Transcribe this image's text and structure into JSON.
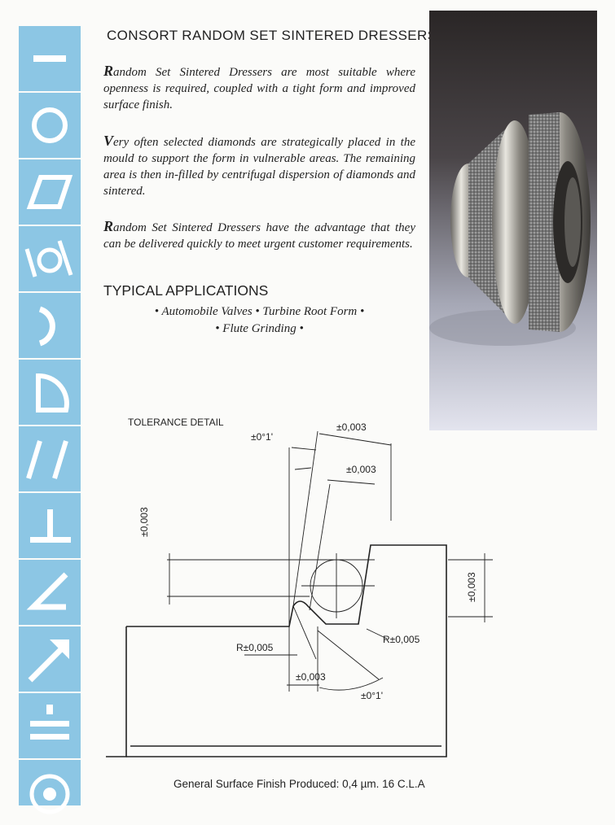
{
  "heading": "CONSORT RANDOM SET SINTERED DRESSERS",
  "paragraphs": [
    {
      "drop": "R",
      "text": "andom Set Sintered Dressers are most suitable where openness is required, coupled with a tight form and improved surface finish."
    },
    {
      "drop": "V",
      "text": "ery often selected diamonds are strategically placed in the mould to support the form in vulnerable areas. The remaining area is then in-filled by centrifugal dispersion of diamonds and sintered."
    },
    {
      "drop": "R",
      "text": "andom Set Sintered Dressers have the advantage that they can be delivered quickly to meet urgent customer requirements."
    }
  ],
  "applications": {
    "heading": "TYPICAL APPLICATIONS",
    "line1": "• Automobile Valves • Turbine Root Form •",
    "line2": "• Flute Grinding •"
  },
  "drawing": {
    "heading": "TOLERANCE DETAIL",
    "labels": {
      "angle_top": "±0°1'",
      "dim_top": "±0,003",
      "dim_second": "±0,003",
      "dim_left_vertical": "±0,003",
      "dim_right_vertical": "±0,003",
      "radius_left": "R±0,005",
      "radius_right": "R±0,005",
      "dim_bottom": "±0,003",
      "angle_bottom": "±0°1'"
    },
    "footer": "General Surface Finish Produced: 0,4 µm. 16 C.L.A"
  },
  "sidebar_icons": [
    "bar-icon",
    "circle-icon",
    "parallelogram-icon",
    "circle-lines-icon",
    "arc-icon",
    "half-disc-icon",
    "slash-lines-icon",
    "t-shape-icon",
    "triangle-icon",
    "arrow-icon",
    "equals-bars-icon",
    "target-icon"
  ],
  "colors": {
    "sidebar": "#8cc6e4",
    "icon": "#ffffff",
    "text": "#222222"
  }
}
